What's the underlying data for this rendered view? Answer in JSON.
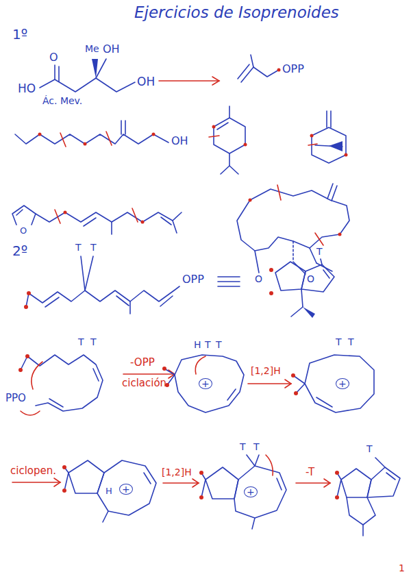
{
  "diagram": {
    "title": "Ejercicios de Isoprenoides",
    "labels": [
      "1º",
      "O",
      "Me",
      "OH",
      "HO",
      "OH",
      "Ác. Mev.",
      "OPP",
      "OH",
      "O",
      "O",
      "O",
      "2º",
      "T",
      "T",
      "OPP",
      "T",
      "T",
      "T",
      "PPO",
      "-OPP",
      "ciclación",
      "H",
      "T",
      "T",
      "+",
      "[1,2]H",
      "T",
      "T",
      "+",
      "ciclopen.",
      "H",
      "+",
      "[1,2]H",
      "T",
      "T",
      "+",
      "-T",
      "T",
      "1"
    ]
  }
}
